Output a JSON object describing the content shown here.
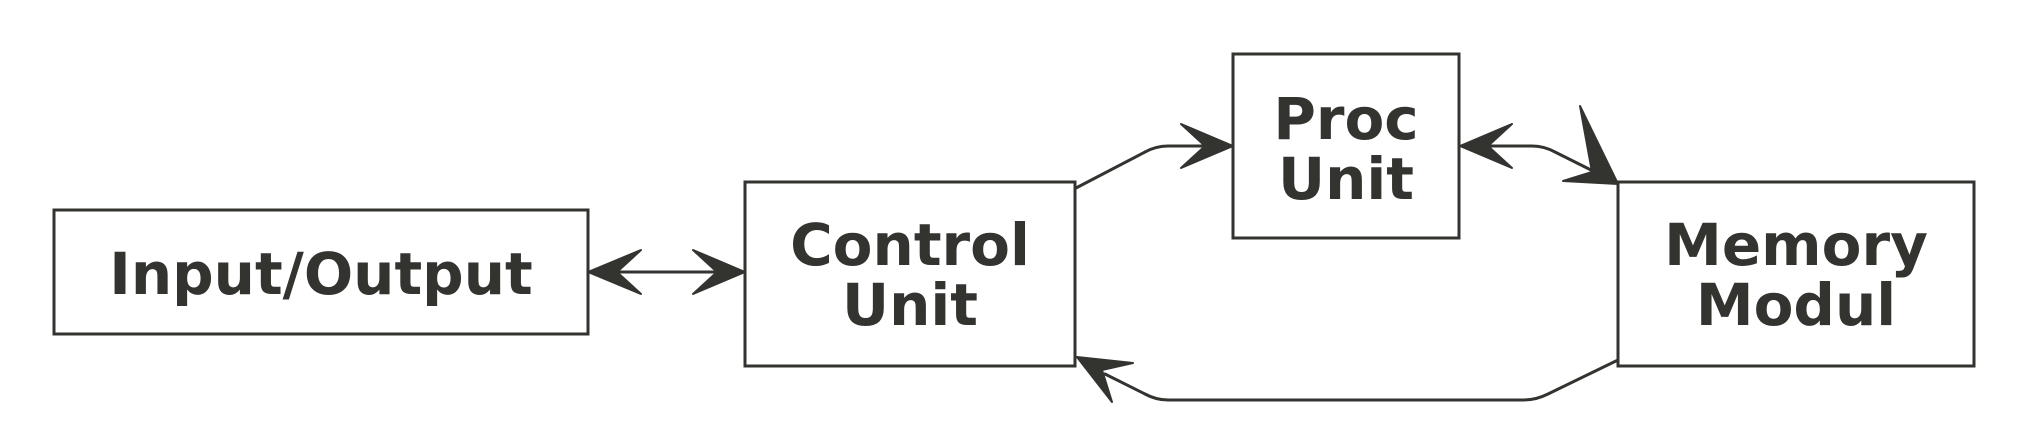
{
  "diagram": {
    "nodes": {
      "io": {
        "label": "Input/Output"
      },
      "control": {
        "line1": "Control",
        "line2": "Unit"
      },
      "proc": {
        "line1": "Proc",
        "line2": "Unit"
      },
      "memory": {
        "line1": "Memory",
        "line2": "Modul"
      }
    },
    "edges": [
      {
        "from": "io",
        "to": "control",
        "direction": "both"
      },
      {
        "from": "control",
        "to": "proc",
        "direction": "forward"
      },
      {
        "from": "proc",
        "to": "memory",
        "direction": "both"
      },
      {
        "from": "memory",
        "to": "control",
        "direction": "forward"
      }
    ],
    "colors": {
      "stroke": "#333330",
      "text": "#333330",
      "background": "#ffffff"
    }
  }
}
